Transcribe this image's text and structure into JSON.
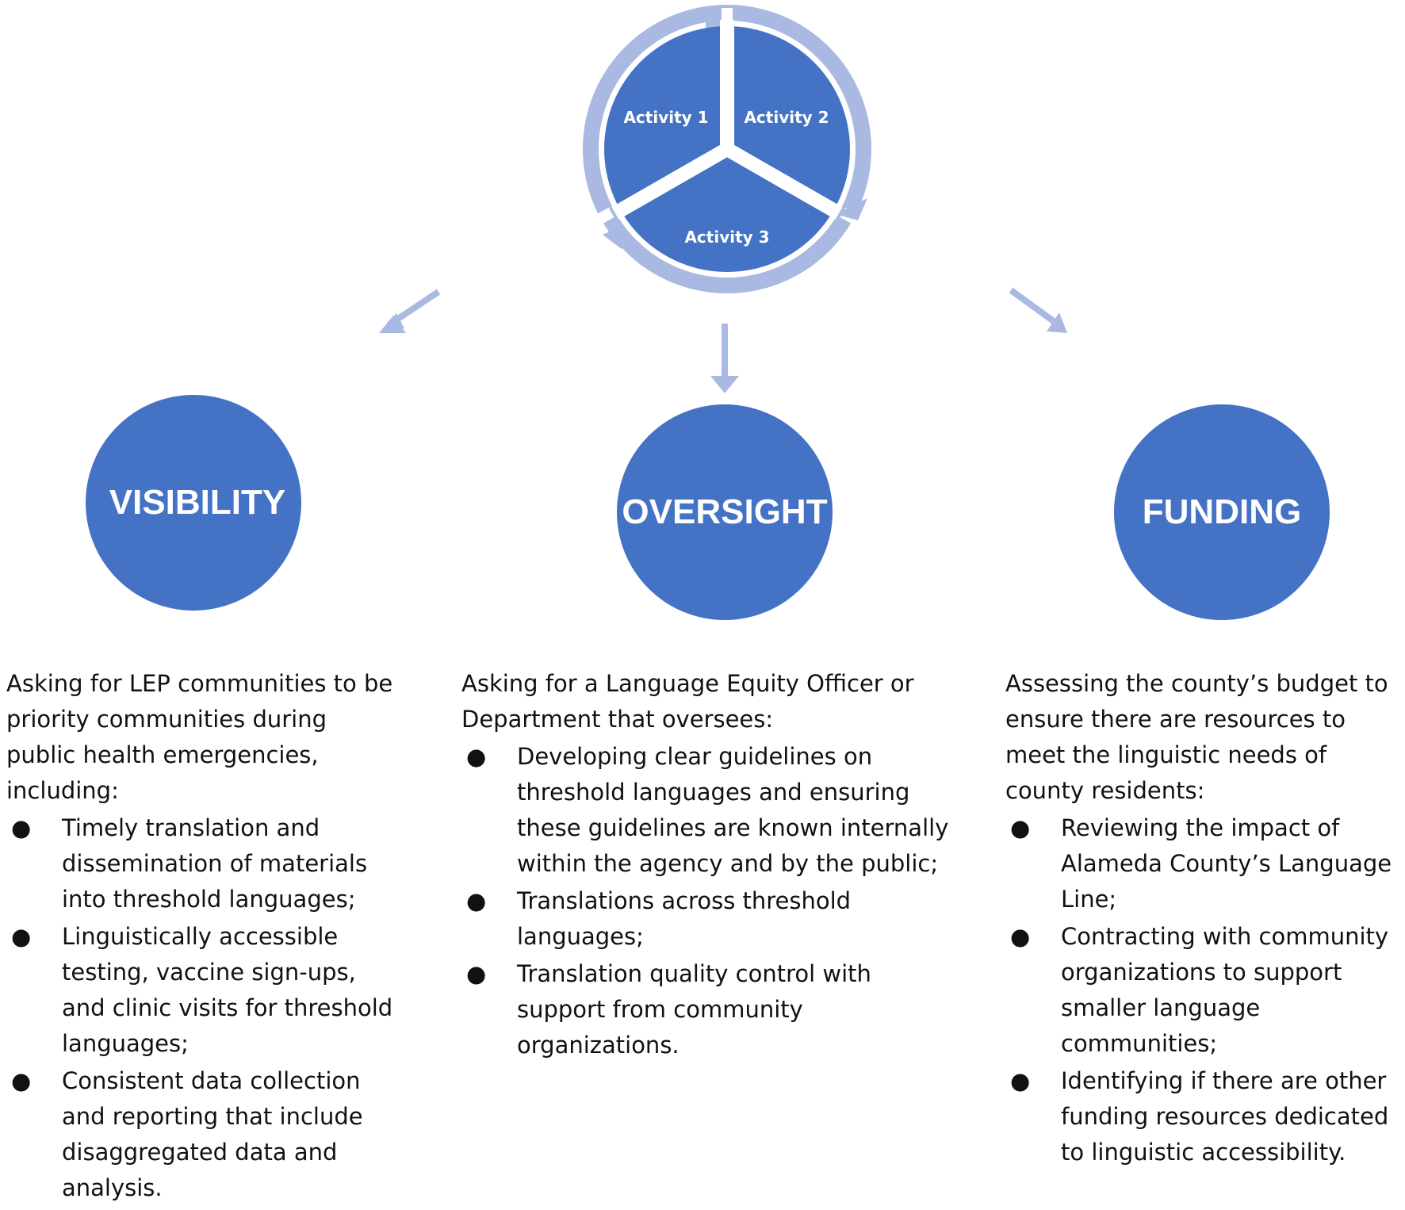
{
  "colors": {
    "primary_blue": "#4472c4",
    "light_blue": "#a9b9e2",
    "text": "#111111",
    "background": "#ffffff"
  },
  "cycle": {
    "activities": [
      "Activity 1",
      "Activity 2",
      "Activity 3"
    ]
  },
  "pillars": [
    {
      "name": "VISIBILITY",
      "intro": "Asking for LEP communities to be priority communities during public health emergencies, including:",
      "items": [
        "Timely translation and dissemination of materials into threshold languages;",
        "Linguistically accessible testing, vaccine sign-ups, and clinic visits for threshold languages;",
        "Consistent data collection and reporting that include disaggregated data and analysis."
      ]
    },
    {
      "name": "OVERSIGHT",
      "intro": "Asking for a Language Equity Officer or Department that oversees:",
      "items": [
        "Developing clear guidelines on threshold languages and ensuring these guidelines are known internally within the agency and by the public;",
        "Translations across threshold languages;",
        "Translation quality control with support from community organizations."
      ]
    },
    {
      "name": "FUNDING",
      "intro": "Assessing the county’s budget to ensure there are resources to meet the linguistic needs of county residents:",
      "items": [
        "Reviewing the impact of Alameda County’s Language Line;",
        "Contracting with community organizations to support smaller language communities;",
        "Identifying if there are other funding resources dedicated to linguistic accessibility."
      ]
    }
  ]
}
